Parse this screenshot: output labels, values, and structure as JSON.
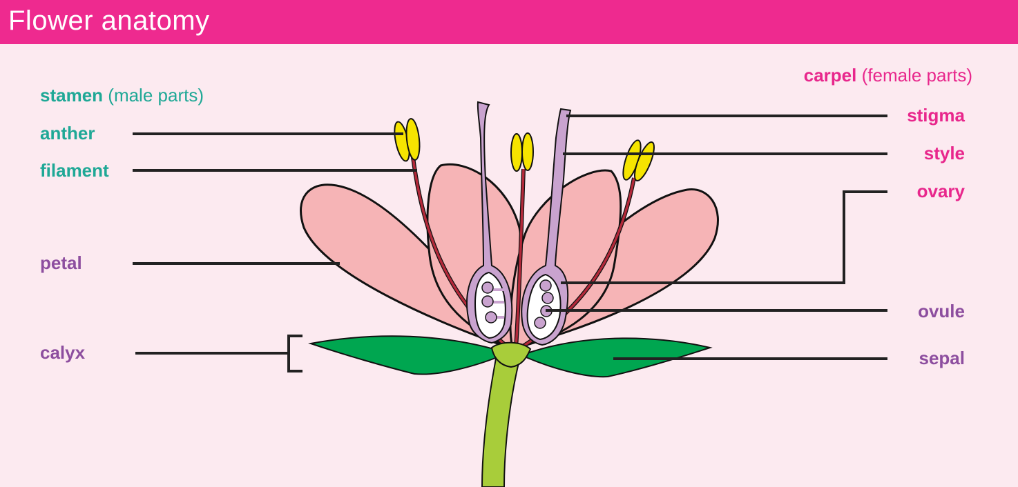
{
  "title": "Flower anatomy",
  "groups": {
    "stamen": {
      "name": "stamen",
      "note": "(male parts)"
    },
    "carpel": {
      "name": "carpel",
      "note": "(female parts)"
    }
  },
  "labels": {
    "anther": "anther",
    "filament": "filament",
    "petal": "petal",
    "calyx": "calyx",
    "stigma": "stigma",
    "style": "style",
    "ovary": "ovary",
    "ovule": "ovule",
    "sepal": "sepal"
  },
  "colors": {
    "header": "#ee2a8f",
    "background": "#fceaf0",
    "stamen_text": "#1fa896",
    "carpel_text": "#e8278c",
    "other_text": "#8d4e9f",
    "petal": "#f6b4b6",
    "sepal": "#00a650",
    "stem": "#a8cd3a",
    "anther": "#f6e400",
    "filament": "#b3293a",
    "carpel": "#c9a3cf"
  }
}
